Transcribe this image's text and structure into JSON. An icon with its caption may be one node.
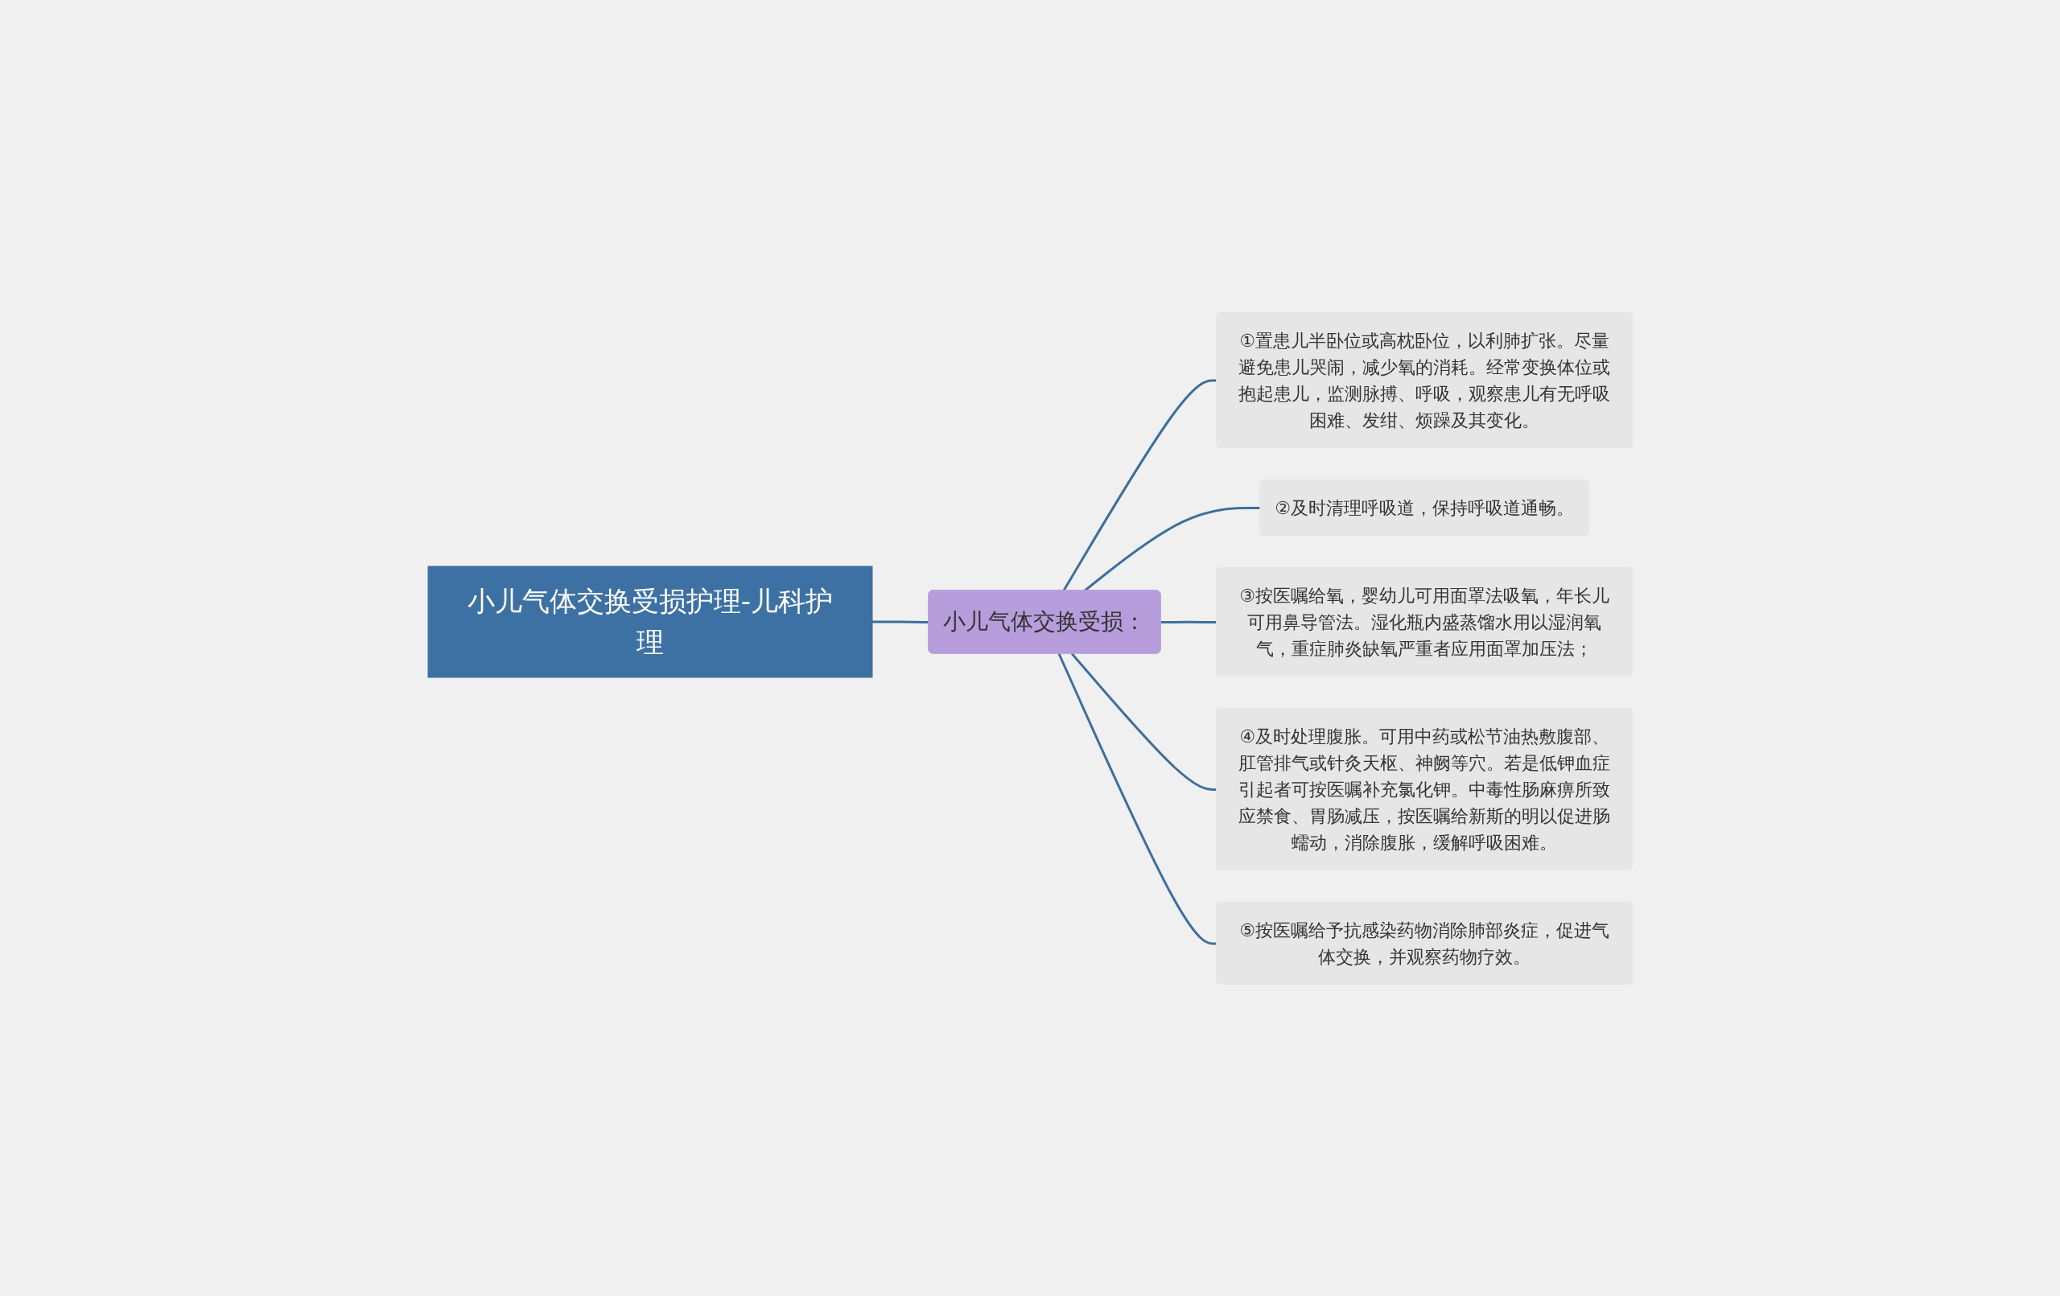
{
  "diagram": {
    "nodes": [
      {
        "text": [
          "小儿气体交换受损护理-儿科护理"
        ]
      },
      {
        "text": [
          "小儿气体交换受损："
        ]
      },
      {
        "text": [
          "①置患儿半卧位或高枕卧位，以利肺扩张。尽量避免患儿哭闹，减少氧的消耗。经常变换体位或抱起患儿，监测脉搏、呼吸，观察患儿有无呼吸困难、发绀、烦躁及其变化。"
        ]
      },
      {
        "text": [
          "②及时清理呼吸道，保持呼吸道通畅。"
        ]
      },
      {
        "text": [
          "③按医嘱给氧，婴幼儿可用面罩法吸氧，年长儿可用鼻导管法。湿化瓶内盛蒸馏水用以湿润氧气，重症肺炎缺氧严重者应用面罩加压法；"
        ]
      },
      {
        "text": [
          "④及时处理腹胀。可用中药或松节油热敷腹部、肛管排气或针灸天枢、神阙等穴。若是低钾血症引起者可按医嘱补充氯化钾。中毒性肠麻痹所致应禁食、胃肠减压，按医嘱给新斯的明以促进肠蠕动，消除腹胀，缓解呼吸困难。"
        ]
      },
      {
        "text": [
          "⑤按医嘱给予抗感染药物消除肺部炎症，促进气体交换，并观察药物疗效。"
        ]
      }
    ],
    "edges": [
      {
        "from": 0,
        "to": 1,
        "arrow": "none"
      },
      {
        "from": 1,
        "to": 2,
        "arrow": "none"
      },
      {
        "from": 1,
        "to": 3,
        "arrow": "none"
      },
      {
        "from": 1,
        "to": 4,
        "arrow": "none"
      },
      {
        "from": 1,
        "to": 5,
        "arrow": "none"
      },
      {
        "from": 1,
        "to": 6,
        "arrow": "none"
      }
    ]
  }
}
